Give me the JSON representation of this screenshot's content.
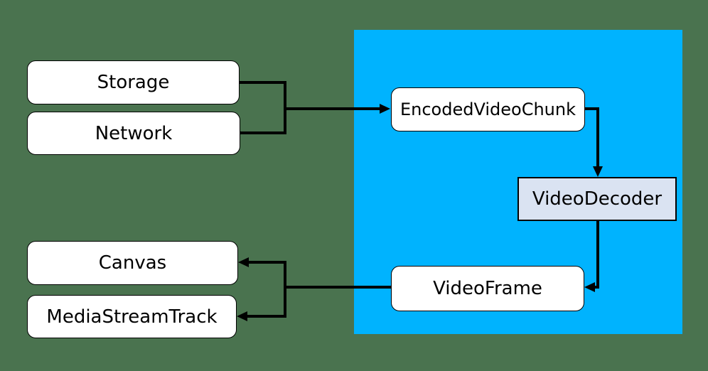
{
  "colors": {
    "background": "#4a734f",
    "webcodecs_region": "#00b3fe",
    "node_fill": "#ffffff",
    "decoder_fill": "#dae3f2",
    "line": "#000000"
  },
  "nodes": {
    "storage": {
      "label": "Storage"
    },
    "network": {
      "label": "Network"
    },
    "encoded_video_chunk": {
      "label": "EncodedVideoChunk"
    },
    "video_decoder": {
      "label": "VideoDecoder"
    },
    "video_frame": {
      "label": "VideoFrame"
    },
    "canvas": {
      "label": "Canvas"
    },
    "media_stream_track": {
      "label": "MediaStreamTrack"
    }
  },
  "edges": [
    {
      "from": "storage",
      "to": "encoded_video_chunk"
    },
    {
      "from": "network",
      "to": "encoded_video_chunk"
    },
    {
      "from": "encoded_video_chunk",
      "to": "video_decoder"
    },
    {
      "from": "video_decoder",
      "to": "video_frame"
    },
    {
      "from": "video_frame",
      "to": "canvas"
    },
    {
      "from": "video_frame",
      "to": "media_stream_track"
    }
  ]
}
